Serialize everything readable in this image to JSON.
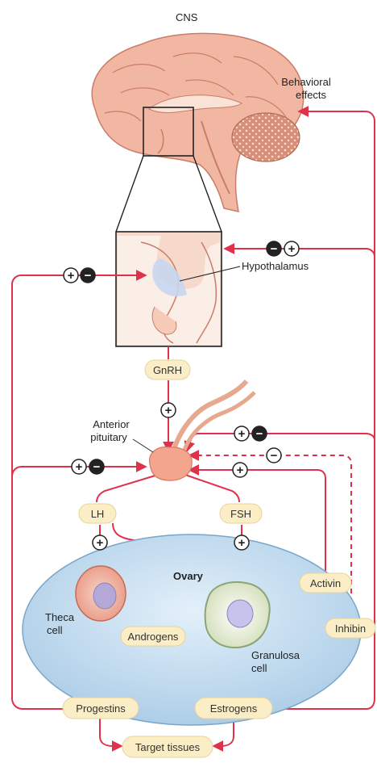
{
  "labels": {
    "cns": "CNS",
    "behavioral_line1": "Behavioral",
    "behavioral_line2": "effects",
    "hypothalamus": "Hypothalamus",
    "anterior_line1": "Anterior",
    "anterior_line2": "pituitary",
    "ovary": "Ovary",
    "theca_line1": "Theca",
    "theca_line2": "cell",
    "granulosa_line1": "Granulosa",
    "granulosa_line2": "cell"
  },
  "hormones": {
    "gnrh": "GnRH",
    "lh": "LH",
    "fsh": "FSH",
    "activin": "Activin",
    "inhibin": "Inhibin",
    "androgens": "Androgens",
    "progestins": "Progestins",
    "estrogens": "Estrogens",
    "target": "Target tissues"
  },
  "signs": {
    "plus": "+",
    "minus": "−"
  },
  "colors": {
    "arrow": "#e0314b",
    "pill_fill": "#fbeec6",
    "ovary_fill": "#b9d6ec",
    "brain_fill": "#f2b7a3",
    "pituitary_fill": "#f4a58e"
  }
}
